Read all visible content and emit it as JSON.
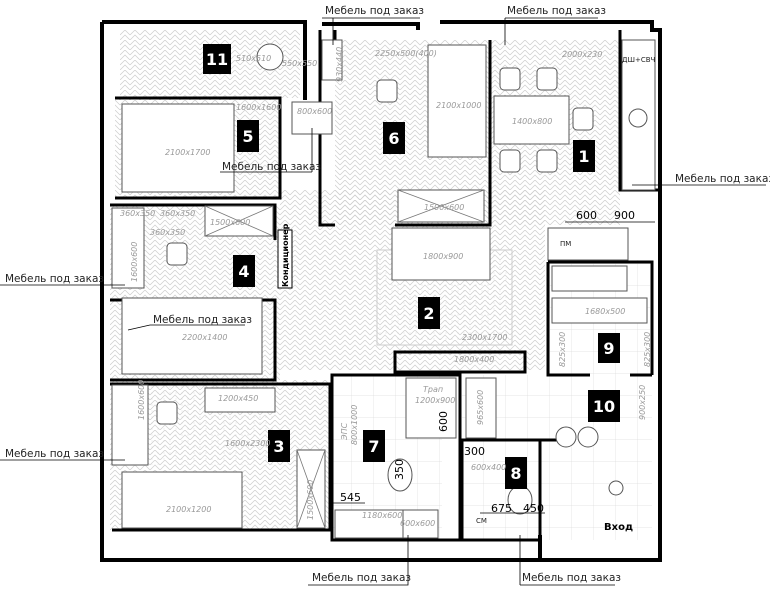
{
  "callouts": {
    "custom_furniture": "Мебель под заказ"
  },
  "rooms": [
    "1",
    "2",
    "3",
    "4",
    "5",
    "6",
    "7",
    "8",
    "9",
    "10",
    "11"
  ],
  "dims": [
    "2250x500(400)",
    "930x440",
    "2100x1000",
    "2000x230",
    "1400x800",
    "1500x600",
    "510x510",
    "550x550",
    "1600x1600",
    "2100x1700",
    "800x600",
    "360x350",
    "360x350",
    "360x350",
    "1500x600",
    "1600x600",
    "2200x1400",
    "1800x900",
    "2300x1700",
    "1800x400",
    "1680x500",
    "825x300",
    "825x300",
    "900x250",
    "1200x450",
    "1600x600",
    "1600x2300",
    "2100x1200",
    "1500x600",
    "Трап",
    "1200x900",
    "965x600",
    "ЭПС",
    "800x1000",
    "1180x600",
    "600x600",
    "600x400"
  ],
  "measures": [
    "600",
    "900",
    "600",
    "350",
    "300",
    "545",
    "675",
    "450"
  ],
  "labels": {
    "dishwasher_microwave": "ДШ+СВЧ",
    "dishwasher": "ПМ",
    "washing_machine": "СМ",
    "air_conditioner": "Кондиционер",
    "entrance": "Вход"
  }
}
